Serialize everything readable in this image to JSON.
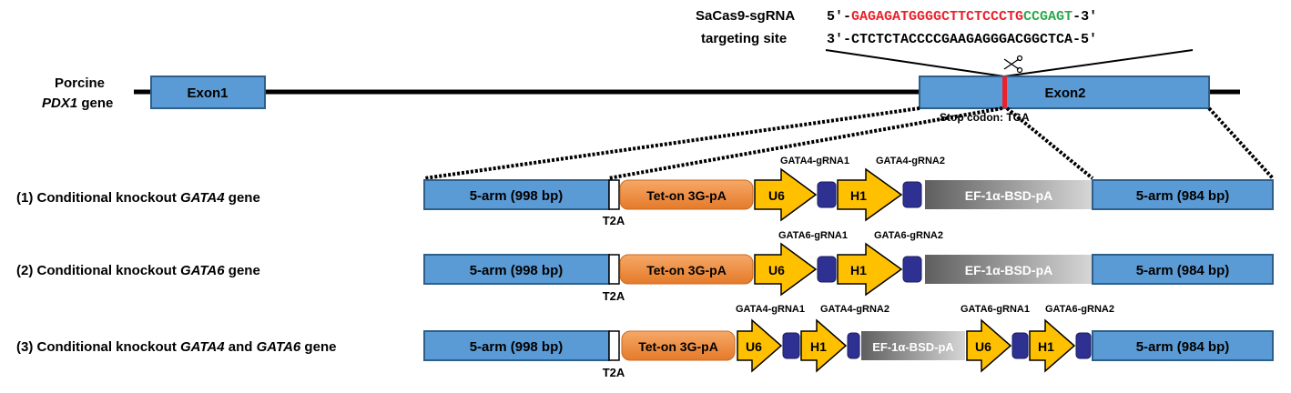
{
  "sgrna": {
    "label_line1": "SaCas9-sgRNA",
    "label_line2": "targeting site",
    "top_prefix": "5′-",
    "top_red": "GAGAGATGGGGCTTCTCCCTG",
    "top_green": "CCGAGT",
    "top_suffix": "-3′",
    "bottom": "3′-CTCTCTACCCCGAAGAGGGACGGCTCA-5′",
    "red_color": "#e8212b",
    "green_color": "#2aa84a"
  },
  "gene": {
    "species": "Porcine",
    "name": "PDX1",
    "suffix": " gene",
    "exon1": "Exon1",
    "exon2": "Exon2",
    "stop_codon": "Stop codon: TGA"
  },
  "constructs": [
    {
      "prefix": "(1) Conditional knockout ",
      "gene1": "GATA4",
      "middle": "",
      "gene2": "",
      "suffix": " gene",
      "arm5": "5-arm (998 bp)",
      "t2a": "T2A",
      "teton": "Tet-on 3G-pA",
      "u6": "U6",
      "h1": "H1",
      "g1": "GATA4-gRNA1",
      "g2": "GATA4-gRNA2",
      "ef": "EF-1α-BSD-pA",
      "arm3": "5-arm (984 bp)"
    },
    {
      "prefix": "(2) Conditional knockout ",
      "gene1": "GATA6",
      "middle": "",
      "gene2": "",
      "suffix": " gene",
      "arm5": "5-arm (998 bp)",
      "t2a": "T2A",
      "teton": "Tet-on 3G-pA",
      "u6": "U6",
      "h1": "H1",
      "g1": "GATA6-gRNA1",
      "g2": "GATA6-gRNA2",
      "ef": "EF-1α-BSD-pA",
      "arm3": "5-arm (984 bp)"
    },
    {
      "prefix": "(3) Conditional knockout ",
      "gene1": "GATA4",
      "middle": " and ",
      "gene2": "GATA6",
      "suffix": " gene",
      "arm5": "5-arm (998 bp)",
      "t2a": "T2A",
      "teton": "Tet-on 3G-pA",
      "u6a": "U6",
      "h1a": "H1",
      "g1a": "GATA4-gRNA1",
      "g2a": "GATA4-gRNA2",
      "ef": "EF-1α-BSD-pA",
      "u6b": "U6",
      "h1b": "H1",
      "g1b": "GATA6-gRNA1",
      "g2b": "GATA6-gRNA2",
      "arm3": "5-arm (984 bp)"
    }
  ],
  "colors": {
    "arm_blue": "#5b9bd5",
    "arm_border": "#2e5f8a",
    "orange": "#ed8a3c",
    "yellow": "#ffc000",
    "navy": "#2e3192",
    "exon_red": "#e8212b"
  }
}
